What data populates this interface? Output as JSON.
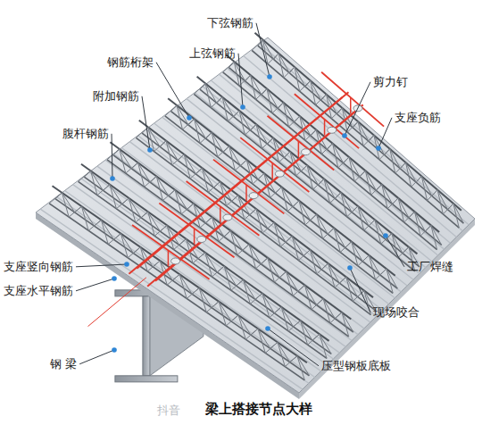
{
  "diagram": {
    "title": "梁上搭接节点大样",
    "labels": [
      "下弦钢筋",
      "上弦钢筋",
      "钢筋桁架",
      "剪力钉",
      "附加钢筋",
      "支座负筋",
      "腹杆钢筋",
      "支座竖向钢筋",
      "工厂焊缝",
      "支座水平钢筋",
      "现场咬合",
      "钢 梁",
      "压型钢板底板",
      "抖音"
    ]
  }
}
